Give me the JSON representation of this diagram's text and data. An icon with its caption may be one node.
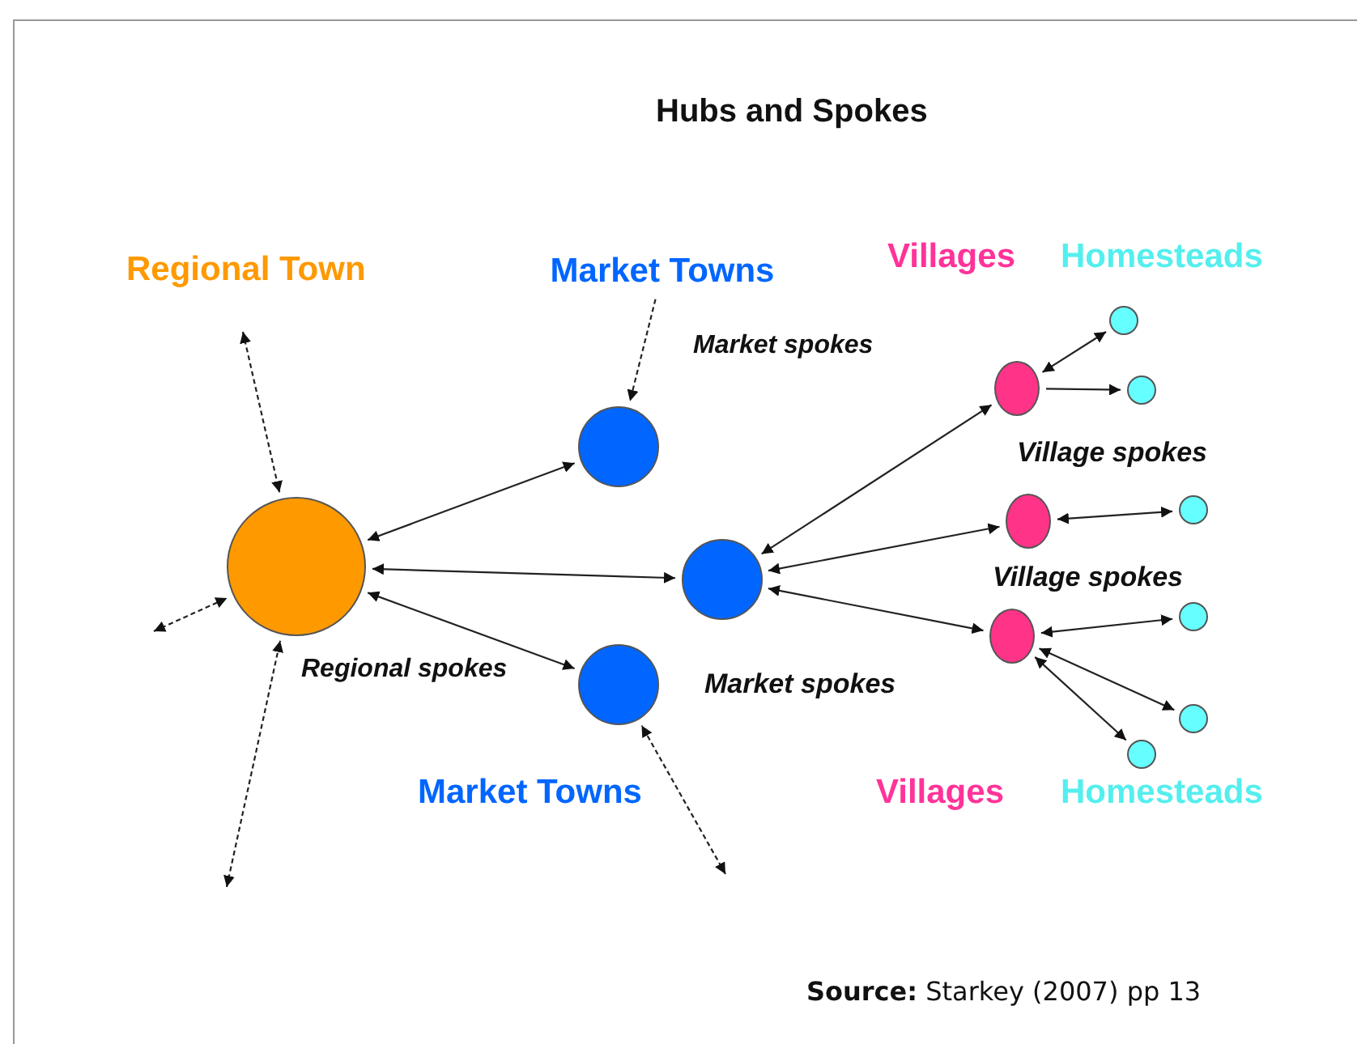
{
  "diagram": {
    "title": "Hubs and Spokes",
    "nodes": [
      {
        "text": [],
        "shape": "circle"
      },
      {
        "text": [],
        "shape": "circle"
      },
      {
        "text": [],
        "shape": "circle"
      },
      {
        "text": [],
        "shape": "circle"
      },
      {
        "text": [],
        "shape": "circle"
      },
      {
        "text": [],
        "shape": "circle"
      },
      {
        "text": [],
        "shape": "circle"
      },
      {
        "text": [],
        "shape": "circle"
      },
      {
        "text": [],
        "shape": "circle"
      },
      {
        "text": [],
        "shape": "circle"
      },
      {
        "text": [],
        "shape": "circle"
      },
      {
        "text": [],
        "shape": "circle"
      },
      {
        "text": [],
        "shape": "circle"
      },
      {
        "text": [
          "Market Towns"
        ]
      }
    ],
    "edges": [
      {
        "from": 0,
        "to": 1,
        "arrow": "both"
      },
      {
        "from": 0,
        "to": 2,
        "arrow": "both"
      },
      {
        "from": 0,
        "to": 3,
        "arrow": "both"
      },
      {
        "from": 2,
        "to": 4,
        "arrow": "both"
      },
      {
        "from": 2,
        "to": 5,
        "arrow": "both"
      },
      {
        "from": 2,
        "to": 6,
        "arrow": "both"
      },
      {
        "from": 4,
        "to": 7,
        "arrow": "both"
      },
      {
        "from": 4,
        "to": 8,
        "arrow": "to"
      },
      {
        "from": 5,
        "to": 9,
        "arrow": "both"
      },
      {
        "from": 6,
        "to": 10,
        "arrow": "both"
      },
      {
        "from": 6,
        "to": 11,
        "arrow": "both"
      },
      {
        "from": 6,
        "to": 12,
        "arrow": "both"
      },
      {
        "from": null,
        "to": 0,
        "arrow": "both",
        "style": "dashed"
      },
      {
        "from": null,
        "to": 0,
        "arrow": "both",
        "style": "dashed"
      },
      {
        "from": null,
        "to": 0,
        "arrow": "both",
        "style": "dashed"
      },
      {
        "from": 13,
        "to": 1,
        "arrow": "to",
        "style": "dashed"
      },
      {
        "from": null,
        "to": 3,
        "arrow": "both",
        "style": "dashed"
      }
    ],
    "labels": [
      "Villages",
      "Homesteads",
      "Regional Town",
      "Market spokes",
      "Village spokes",
      "Village spokes",
      "Regional spokes",
      "Market spokes",
      "Market Towns",
      "Villages",
      "Homesteads",
      "**Source:** Starkey (2007) pp 13"
    ]
  }
}
